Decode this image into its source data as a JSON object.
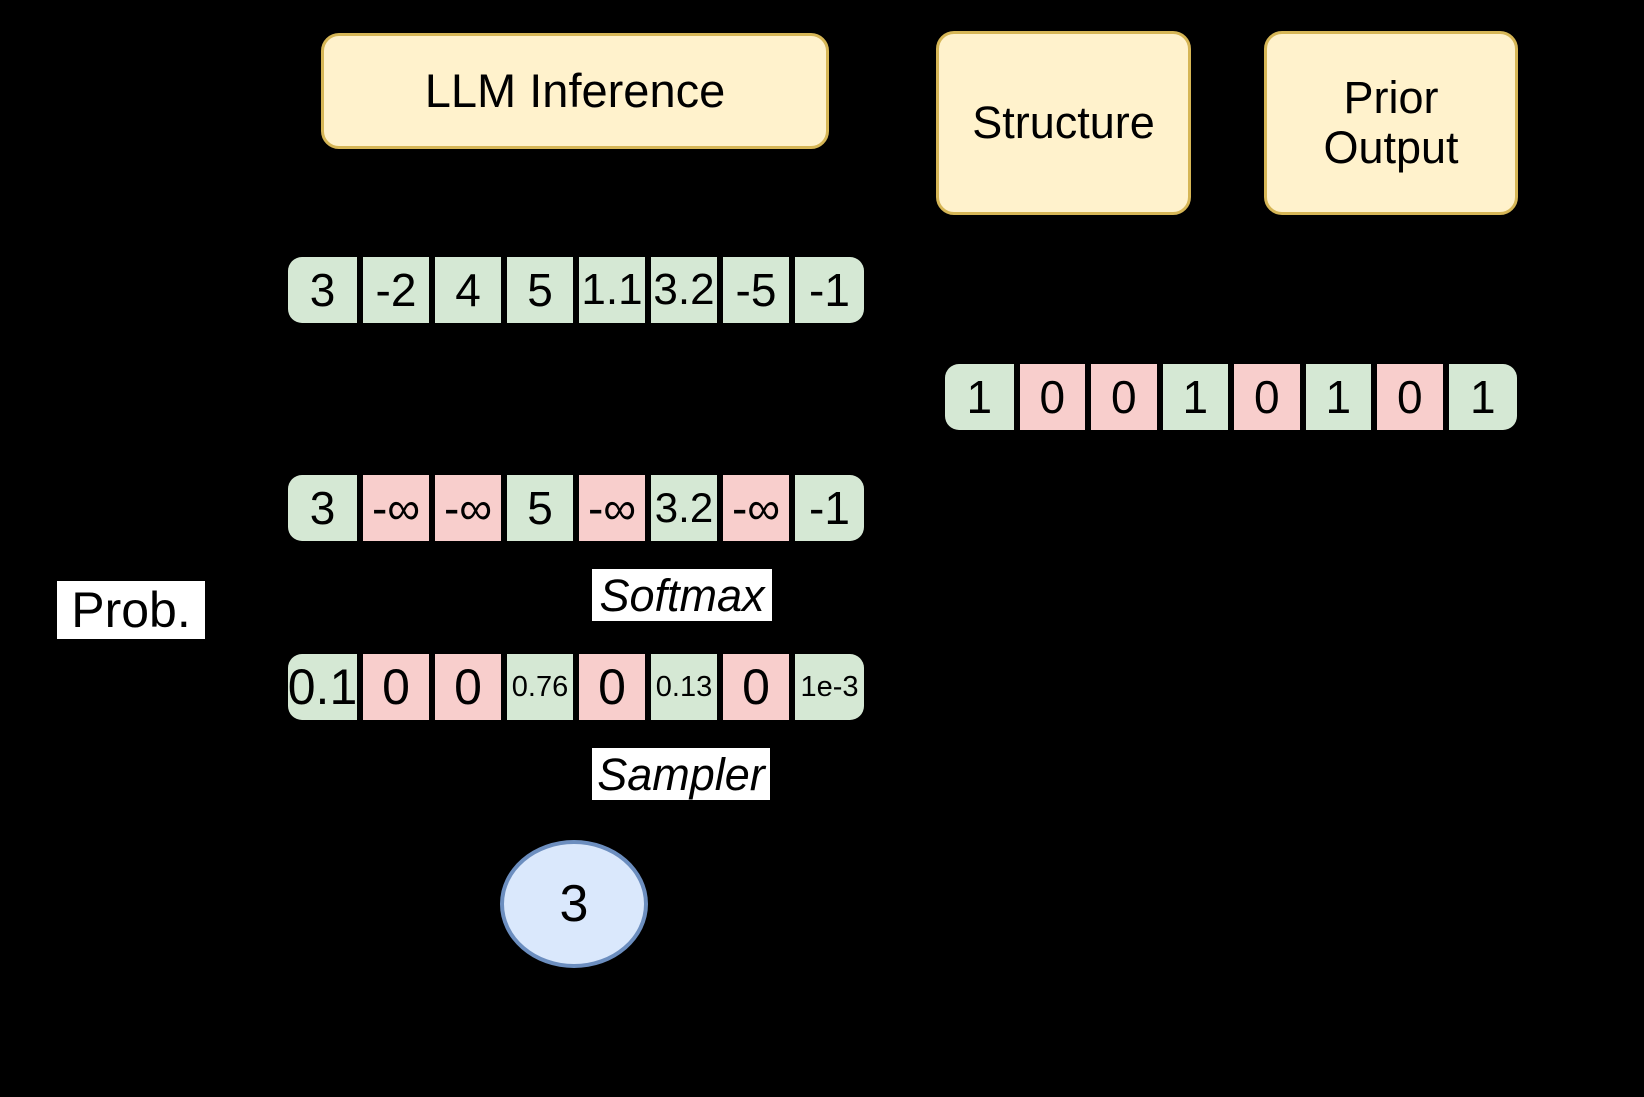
{
  "diagram": {
    "title_boxes": [
      {
        "label": "LLM Inference"
      },
      {
        "label": "Structure"
      },
      {
        "label": "Prior\nOutput"
      }
    ],
    "boxes": {
      "llm_inference": "LLM Inference",
      "structure": "Structure",
      "prior_output_line1": "Prior",
      "prior_output_line2": "Output"
    },
    "labels": {
      "prob": "Prob.",
      "softmax": "Softmax",
      "sampler": "Sampler"
    },
    "logits_row": {
      "name": "logits",
      "cells": [
        {
          "value": "3",
          "color": "green"
        },
        {
          "value": "-2",
          "color": "green"
        },
        {
          "value": "4",
          "color": "green"
        },
        {
          "value": "5",
          "color": "green"
        },
        {
          "value": "1.1",
          "color": "green"
        },
        {
          "value": "3.2",
          "color": "green"
        },
        {
          "value": "-5",
          "color": "green"
        },
        {
          "value": "-1",
          "color": "green"
        }
      ]
    },
    "mask_row": {
      "name": "structure-mask",
      "cells": [
        {
          "value": "1",
          "color": "green"
        },
        {
          "value": "0",
          "color": "pink"
        },
        {
          "value": "0",
          "color": "pink"
        },
        {
          "value": "1",
          "color": "green"
        },
        {
          "value": "0",
          "color": "pink"
        },
        {
          "value": "1",
          "color": "green"
        },
        {
          "value": "0",
          "color": "pink"
        },
        {
          "value": "1",
          "color": "green"
        }
      ]
    },
    "masked_logits_row": {
      "name": "masked-logits",
      "cells": [
        {
          "value": "3",
          "color": "green"
        },
        {
          "value": "-∞",
          "color": "pink"
        },
        {
          "value": "-∞",
          "color": "pink"
        },
        {
          "value": "5",
          "color": "green"
        },
        {
          "value": "-∞",
          "color": "pink"
        },
        {
          "value": "3.2",
          "color": "green"
        },
        {
          "value": "-∞",
          "color": "pink"
        },
        {
          "value": "-1",
          "color": "green"
        }
      ]
    },
    "prob_row": {
      "name": "probabilities",
      "cells": [
        {
          "value": "0.1",
          "color": "green",
          "small": false
        },
        {
          "value": "0",
          "color": "pink",
          "small": false
        },
        {
          "value": "0",
          "color": "pink",
          "small": false
        },
        {
          "value": "0.76",
          "color": "green",
          "small": true
        },
        {
          "value": "0",
          "color": "pink",
          "small": false
        },
        {
          "value": "0.13",
          "color": "green",
          "small": true
        },
        {
          "value": "0",
          "color": "pink",
          "small": false
        },
        {
          "value": "1e-3",
          "color": "green",
          "small": true
        }
      ]
    },
    "output_token": {
      "value": "3"
    },
    "colors": {
      "background": "#000000",
      "box_fill": "#fff2cc",
      "box_border": "#d6b656",
      "green_fill": "#d5e8d4",
      "pink_fill": "#f8cecc",
      "circle_fill": "#dae8fc",
      "circle_border": "#6c8ebf",
      "chip_background": "#ffffff",
      "text": "#000000"
    }
  }
}
